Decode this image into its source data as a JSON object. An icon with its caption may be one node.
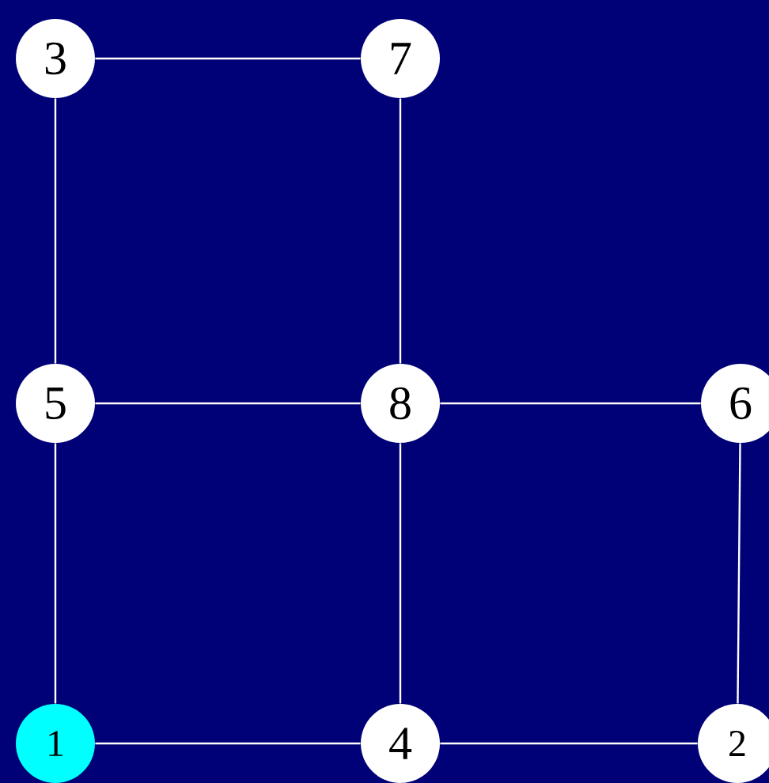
{
  "diagram": {
    "nodes": [
      {
        "text": [
          "3"
        ]
      },
      {
        "text": [
          "7"
        ]
      },
      {
        "text": [
          "5"
        ]
      },
      {
        "text": [
          "8"
        ]
      },
      {
        "text": [
          "6"
        ]
      },
      {
        "text": [
          "1"
        ]
      },
      {
        "text": [
          "4"
        ]
      },
      {
        "text": [
          "2"
        ]
      }
    ],
    "edges": [
      {
        "from": 0,
        "to": 1,
        "arrow": "none"
      },
      {
        "from": 0,
        "to": 2,
        "arrow": "none"
      },
      {
        "from": 1,
        "to": 3,
        "arrow": "none"
      },
      {
        "from": 2,
        "to": 3,
        "arrow": "none"
      },
      {
        "from": 3,
        "to": 4,
        "arrow": "none"
      },
      {
        "from": 2,
        "to": 5,
        "arrow": "none"
      },
      {
        "from": 3,
        "to": 6,
        "arrow": "none"
      },
      {
        "from": 4,
        "to": 7,
        "arrow": "none"
      },
      {
        "from": 5,
        "to": 6,
        "arrow": "none"
      },
      {
        "from": 6,
        "to": 7,
        "arrow": "none"
      }
    ]
  }
}
